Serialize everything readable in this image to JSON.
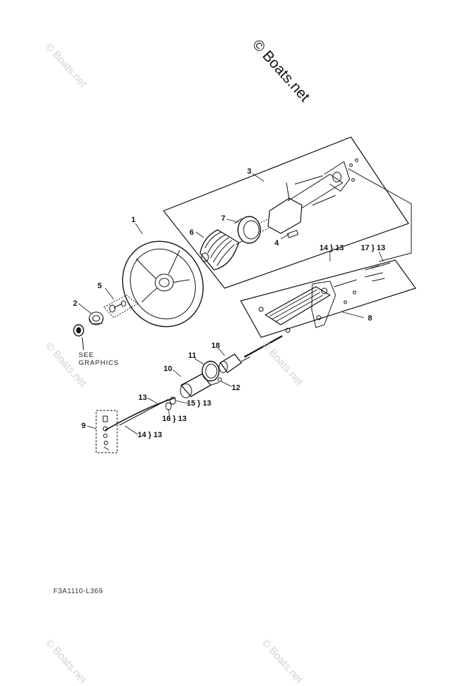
{
  "copyright": "© Boats.net",
  "watermark": "© Boats.net",
  "see_graphics": [
    "SEE",
    "GRAPHICS"
  ],
  "drawing_code": "F3A1110-L369",
  "callouts": {
    "c1": "1",
    "c2": "2",
    "c3": "3",
    "c4": "4",
    "c5": "5",
    "c6": "6",
    "c7": "7",
    "c8": "8",
    "c9": "9",
    "c10": "10",
    "c11": "11",
    "c12": "12",
    "c13": "13",
    "c18": "18",
    "c14a": "14 } 13",
    "c17": "17 } 13",
    "c15": "15 } 13",
    "c16": "16 } 13",
    "c14b": "14 } 13"
  }
}
